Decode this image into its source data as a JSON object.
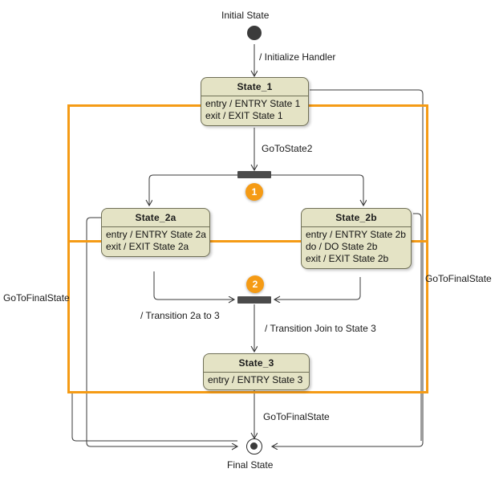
{
  "diagram": {
    "type": "uml-state-machine",
    "title_visible": false,
    "colors": {
      "state_fill": "#e4e3c5",
      "state_border": "#6f6f56",
      "badge": "#f59b15",
      "highlight": "#f59b15",
      "node": "#3b3b3b",
      "bar": "#4b4b4b",
      "text": "#111111"
    }
  },
  "nodes": {
    "initial": {
      "label": "Initial State"
    },
    "final": {
      "label": "Final State"
    },
    "state_1": {
      "title": "State_1",
      "lines": [
        "entry / ENTRY State 1",
        "exit / EXIT State 1"
      ]
    },
    "state_2a": {
      "title": "State_2a",
      "lines": [
        "entry / ENTRY State 2a",
        "exit / EXIT State 2a"
      ]
    },
    "state_2b": {
      "title": "State_2b",
      "lines": [
        "entry / ENTRY State 2b",
        "do / DO State 2b",
        "exit / EXIT State 2b"
      ]
    },
    "state_3": {
      "title": "State_3",
      "lines": [
        "entry / ENTRY State 3"
      ]
    }
  },
  "badges": {
    "fork": "1",
    "join": "2"
  },
  "transitions": {
    "init_to_state1": "/ Initialize Handler",
    "state1_to_fork": "GoToState2",
    "state2a_to_join": "/ Transition 2a to 3",
    "join_to_state3": "/ Transition Join to State 3",
    "state3_to_final": "GoToFinalState",
    "left_to_final": "GoToFinalState",
    "right_to_final": "GoToFinalState"
  }
}
